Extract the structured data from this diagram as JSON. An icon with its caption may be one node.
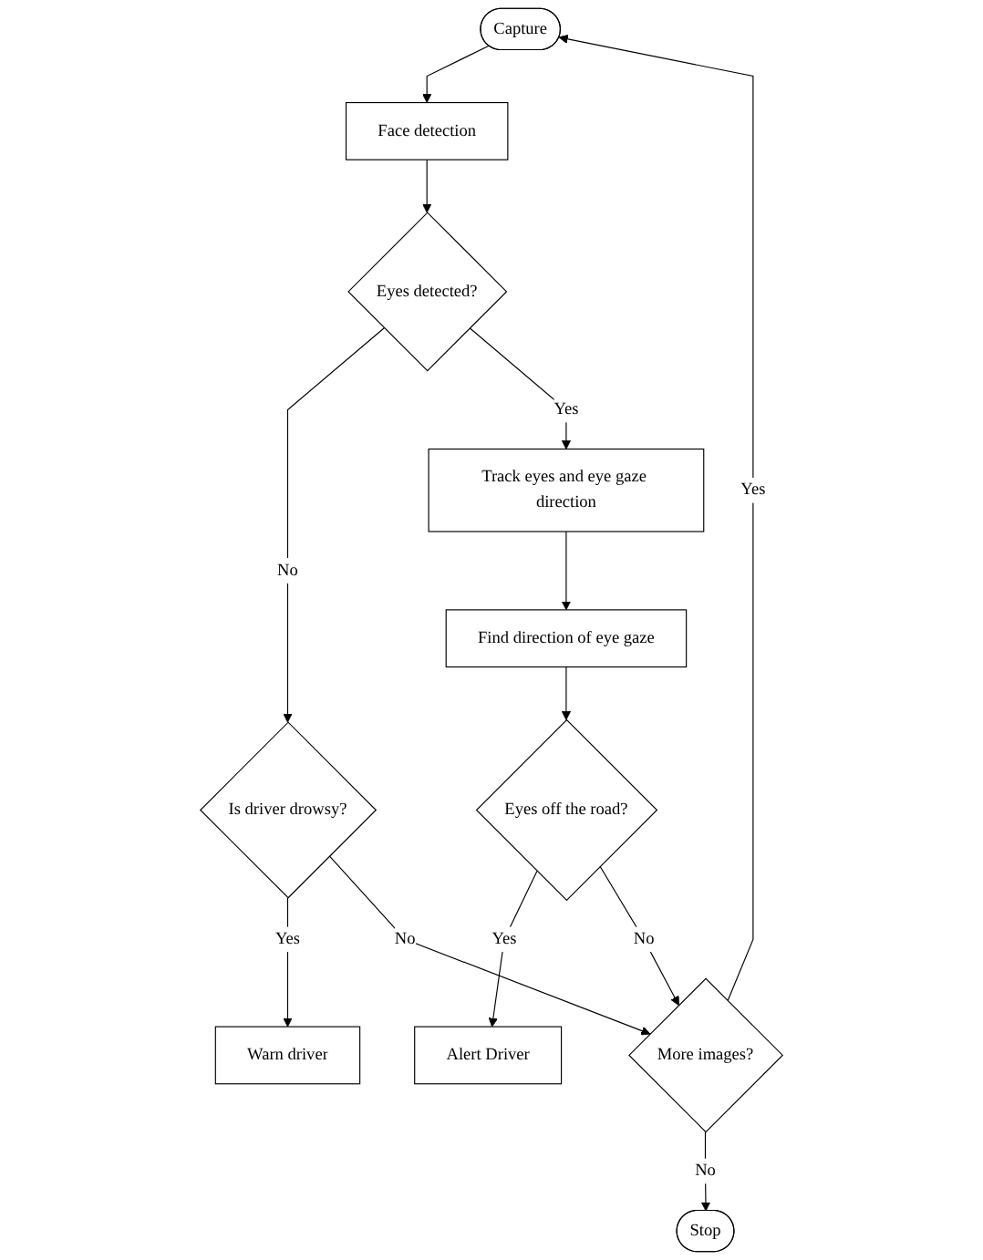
{
  "diagram": {
    "nodes": [
      {
        "text": [
          "Capture"
        ]
      },
      {
        "text": [
          "Face detection"
        ]
      },
      {
        "text": [
          "Eyes detected?"
        ]
      },
      {
        "text": [
          "Is driver drowsy?"
        ]
      },
      {
        "text": [
          "Warn driver"
        ]
      },
      {
        "text": [
          "Track eyes and eye gaze direction"
        ]
      },
      {
        "text": [
          "Find direction of eye gaze"
        ]
      },
      {
        "text": [
          "Eyes off the road?"
        ]
      },
      {
        "text": [
          "Alert Driver"
        ]
      },
      {
        "text": [
          "More images?"
        ]
      },
      {
        "text": [
          "Stop"
        ]
      }
    ],
    "edges": [
      {
        "from": 0,
        "to": 1,
        "arrow": "to"
      },
      {
        "from": 1,
        "to": 2,
        "arrow": "to"
      },
      {
        "from": 2,
        "to": 3,
        "label": "No",
        "arrow": "to"
      },
      {
        "from": 3,
        "to": 4,
        "label": "Yes",
        "arrow": "to"
      },
      {
        "from": 2,
        "to": 5,
        "label": "Yes",
        "arrow": "to"
      },
      {
        "from": 5,
        "to": 6,
        "arrow": "to"
      },
      {
        "from": 6,
        "to": 7,
        "arrow": "to"
      },
      {
        "from": 7,
        "to": 8,
        "label": "Yes",
        "arrow": "to"
      },
      {
        "from": 7,
        "to": 9,
        "label": "No",
        "arrow": "to"
      },
      {
        "from": 3,
        "to": 9,
        "label": "No",
        "arrow": "to"
      },
      {
        "from": 9,
        "to": 0,
        "label": "Yes",
        "arrow": "to"
      },
      {
        "from": 9,
        "to": 10,
        "label": "No",
        "arrow": "to"
      }
    ]
  }
}
